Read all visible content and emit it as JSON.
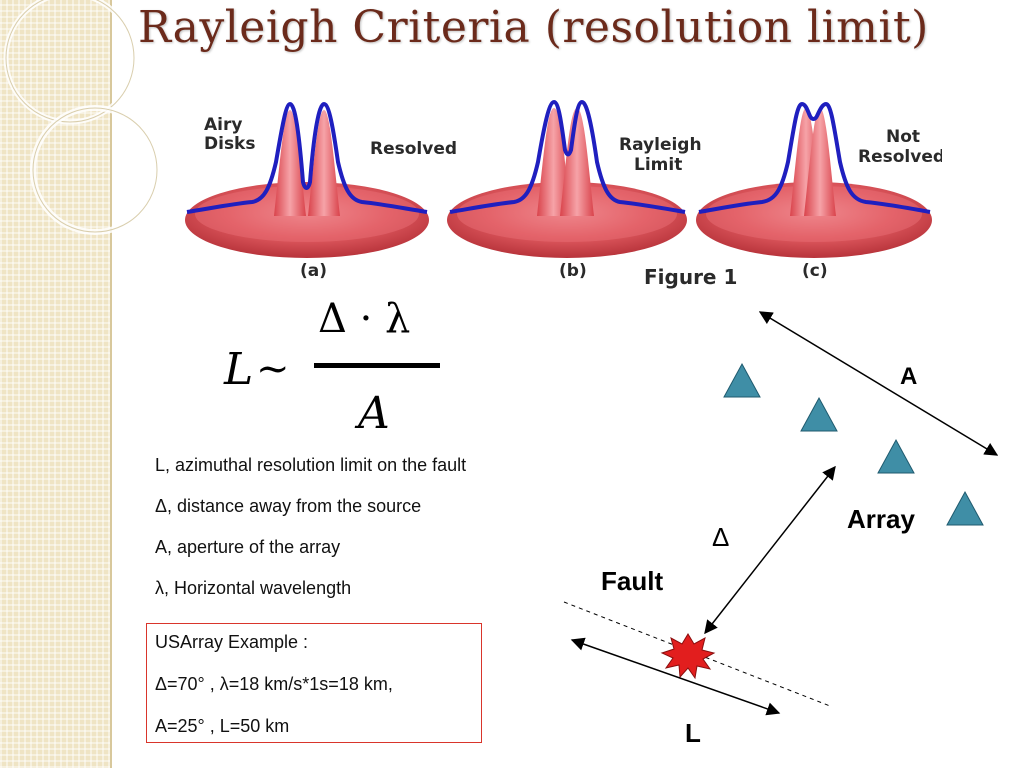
{
  "title": "Rayleigh Criteria (resolution limit)",
  "figure": {
    "labels": {
      "airy_disks": [
        "Airy",
        "Disks"
      ],
      "resolved": "Resolved",
      "rayleigh_limit": [
        "Rayleigh",
        "Limit"
      ],
      "not_resolved": [
        "Not",
        "Resolved"
      ],
      "a": "(a)",
      "b": "(b)",
      "c": "(c)",
      "caption": "Figure 1"
    },
    "colors": {
      "disk": "#e05a60",
      "peak": "#e8707a",
      "curve": "#1f1fbf"
    }
  },
  "formula": {
    "lhs": "L",
    "relation": "~",
    "numerator": "Δ · λ",
    "denominator": "A"
  },
  "definitions": [
    "L, azimuthal resolution limit on the fault",
    "Δ, distance away from the source",
    "A, aperture of the array",
    "λ, Horizontal wavelength"
  ],
  "example": {
    "title": "USArray Example :",
    "line1": "Δ=70° , λ=18 km/s*1s=18 km,",
    "line2": "A=25° , L=50 km"
  },
  "diagram": {
    "label_a": "A",
    "label_array": "Array",
    "label_delta": "Δ",
    "label_fault": "Fault",
    "label_l": "L",
    "station_color": "#3f8ea6",
    "source_color": "#e21e1e"
  }
}
